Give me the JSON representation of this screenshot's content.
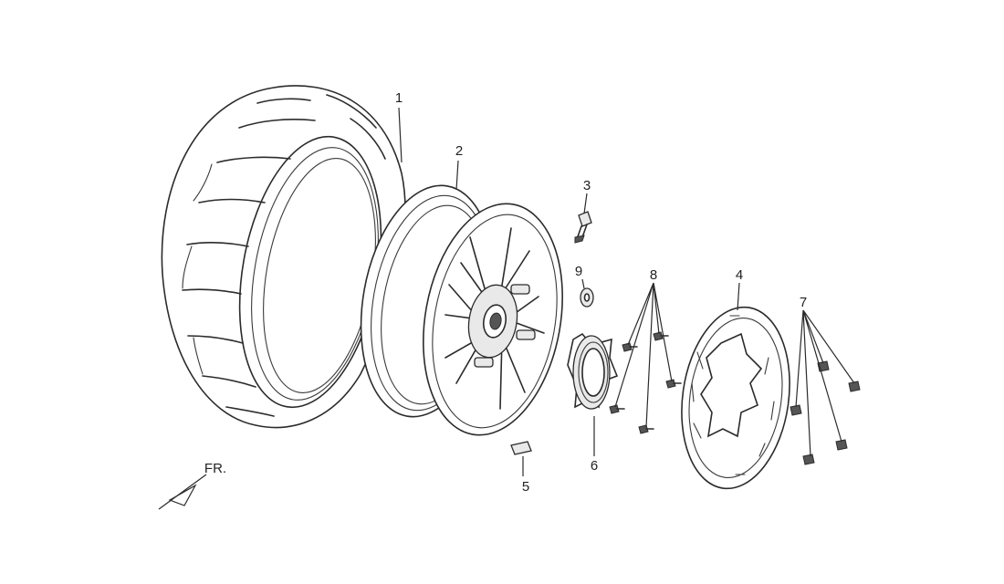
{
  "callouts": {
    "c1": "1",
    "c2": "2",
    "c3": "3",
    "c4": "4",
    "c5": "5",
    "c6": "6",
    "c7": "7",
    "c8": "8",
    "c9": "9"
  },
  "front_indicator": "FR.",
  "colors": {
    "line": "#2b2b2b",
    "background": "#ffffff"
  }
}
